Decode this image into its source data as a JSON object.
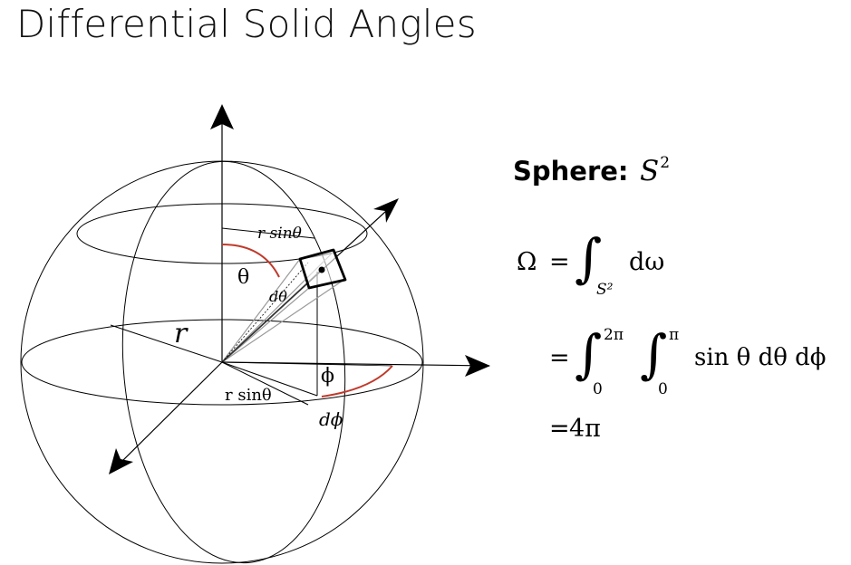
{
  "slide": {
    "title": "Differential Solid Angles"
  },
  "diagram": {
    "labels": {
      "r": "r",
      "r_sin_theta_top": "r sinθ",
      "theta": "θ",
      "d_theta": "dθ",
      "phi": "ϕ",
      "r_sin_theta_bottom": "r sinθ",
      "d_phi": "dϕ"
    },
    "colors": {
      "line": "#000000",
      "angle_arc": "#c0392b",
      "projection": "#9a9a9a"
    }
  },
  "formula_panel": {
    "heading": "Sphere:",
    "domain_symbol": "S",
    "domain_exponent": "2",
    "line1": {
      "lhs": "Ω",
      "equals": "=",
      "integral_sub": "S²",
      "integrand": "dω"
    },
    "line2": {
      "equals": "=",
      "outer_upper": "2π",
      "outer_lower": "0",
      "inner_upper": "π",
      "inner_lower": "0",
      "integrand": "sin θ dθ dϕ"
    },
    "line3": {
      "equals": "=",
      "result": "4π"
    }
  }
}
